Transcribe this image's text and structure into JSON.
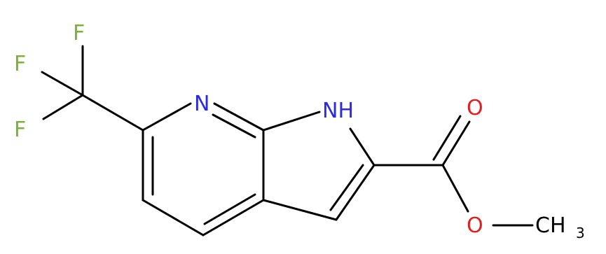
{
  "molecule": {
    "atoms": {
      "fluorine_top": {
        "symbol": "F",
        "color": "#7ab33a"
      },
      "fluorine_left": {
        "symbol": "F",
        "color": "#7ab33a"
      },
      "fluorine_bottom": {
        "symbol": "F",
        "color": "#7ab33a"
      },
      "pyridine_nitrogen": {
        "symbol": "N",
        "color": "#2a2ae0"
      },
      "pyrrole_nh": {
        "symbol": "NH",
        "color": "#2a2ae0"
      },
      "carbonyl_oxygen": {
        "symbol": "O",
        "color": "#e02020"
      },
      "ester_oxygen": {
        "symbol": "O",
        "color": "#e02020"
      },
      "methyl": {
        "symbol": "CH",
        "subscript": "3",
        "color": "#000000"
      }
    },
    "bond_color": "#000000"
  }
}
